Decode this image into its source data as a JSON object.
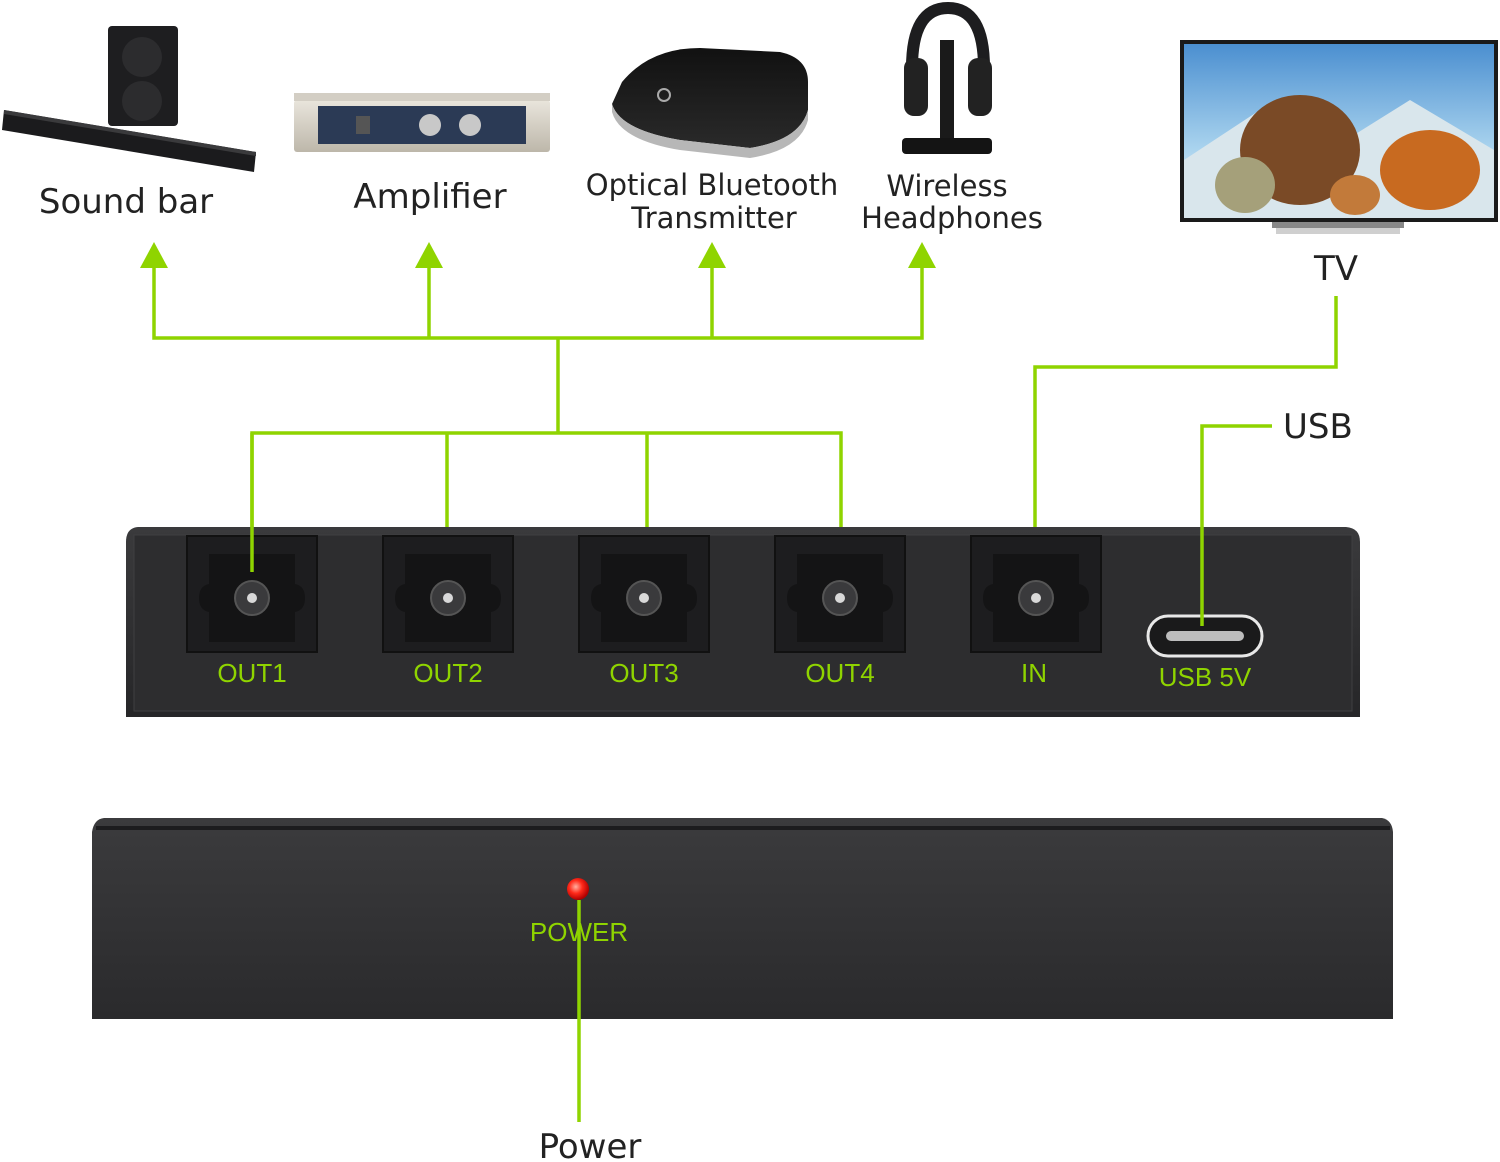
{
  "devices": {
    "soundbar": "Sound bar",
    "amplifier": "Amplifier",
    "bt_line1": "Optical Bluetooth",
    "bt_line2": "Transmitter",
    "hp_line1": "Wireless",
    "hp_line2": "Headphones",
    "tv": "TV"
  },
  "rear_panel": {
    "ports": [
      "OUT1",
      "OUT2",
      "OUT3",
      "OUT4",
      "IN"
    ],
    "usb_port": "USB 5V",
    "usb_label": "USB"
  },
  "front_panel": {
    "led_label": "POWER",
    "power_label": "Power",
    "led_color": "#ff2a1a"
  },
  "colors": {
    "accent": "#8fd400",
    "panel": "#2c2c2e"
  }
}
